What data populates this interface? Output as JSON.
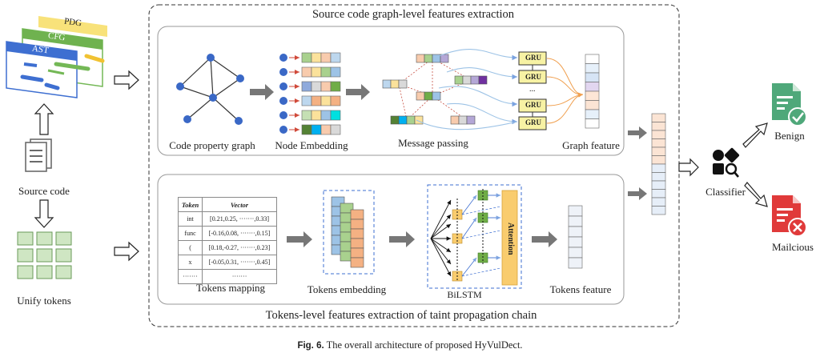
{
  "main_title": "Source code graph-level features extraction",
  "bottom_title": "Tokens-level features extraction of taint propagation chain",
  "layers": {
    "pdg": "PDG",
    "cfg": "CFG",
    "ast": "AST"
  },
  "left": {
    "source_code": "Source code",
    "unify_tokens": "Unify tokens"
  },
  "graph_branch": {
    "cpg": "Code property graph",
    "node_embedding": "Node Embedding",
    "message_passing": "Message passing",
    "graph_feature": "Graph feature",
    "gru": "GRU",
    "ellipsis": "..."
  },
  "token_branch": {
    "table_header": {
      "token": "Token",
      "vector": "Vector"
    },
    "table_rows": [
      {
        "token": "int",
        "vector": "[0.21,0.25, ·······,0.33]"
      },
      {
        "token": "func",
        "vector": "[-0.16,0.08, ·······,0.15]"
      },
      {
        "token": "(",
        "vector": "[0.18,-0.27, ·······,0.23]"
      },
      {
        "token": "x",
        "vector": "[-0.05,0.31, ·······,0.45]"
      },
      {
        "token": "·······",
        "vector": "·······"
      }
    ],
    "tokens_mapping": "Tokens mapping",
    "tokens_embedding": "Tokens embedding",
    "bilstm": "BiLSTM",
    "attention": "Attention",
    "tokens_feature": "Tokens feature"
  },
  "right": {
    "classifier": "Classifier",
    "benign": "Benign",
    "malicious": "Mailcious"
  },
  "caption": {
    "fig": "Fig. 6.",
    "text": "The overall architecture of proposed HyVulDect."
  },
  "colors": {
    "node_blue": "#3a68c6",
    "gru_fill": "#f7f2a4",
    "attention_fill": "#f9cc6e",
    "benign_green": "#4fa87a",
    "malicious_red": "#e03a3a"
  }
}
